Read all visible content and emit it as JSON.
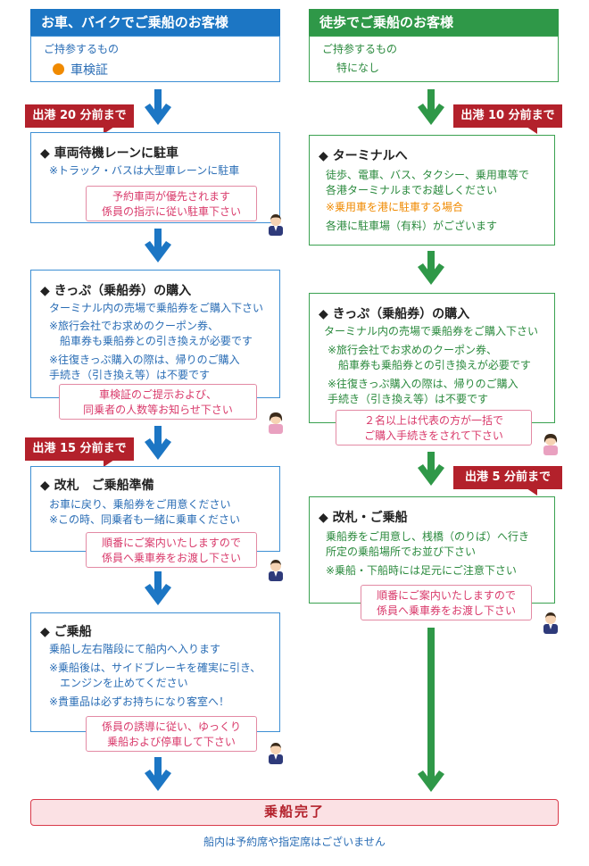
{
  "left": {
    "header": "お車、バイクでご乗船のお客様",
    "bring_label": "ご持参するもの",
    "bring_item": "車検証",
    "badge1": "出港 20 分前まで",
    "step1": {
      "title": "◆ 車両待機レーンに駐車",
      "lines": [
        "※トラック・バスは大型車レーンに駐車"
      ],
      "note": [
        "予約車両が優先されます",
        "係員の指示に従い駐車下さい"
      ]
    },
    "step2": {
      "title": "◆ きっぷ（乗船券）の購入",
      "lines": [
        "ターミナル内の売場で乗船券をご購入下さい",
        "※旅行会社でお求めのクーポン券、",
        "船車券も乗船券との引き換えが必要です",
        "※往復きっぷ購入の際は、帰りのご購入",
        "手続き（引き換え等）は不要です"
      ],
      "note": [
        "車検証のご提示および、",
        "同乗者の人数等お知らせ下さい"
      ]
    },
    "badge2": "出港 15 分前まで",
    "step3": {
      "title": "◆ 改札　ご乗船準備",
      "lines": [
        "お車に戻り、乗船券をご用意ください",
        "※この時、同乗者も一緒に乗車ください"
      ],
      "note": [
        "順番にご案内いたしますので",
        "係員へ乗車券をお渡し下さい"
      ]
    },
    "step4": {
      "title": "◆ ご乗船",
      "lines": [
        "乗船し左右階段にて船内へ入ります",
        "※乗船後は、サイドブレーキを確実に引き、",
        "エンジンを止めてください",
        "※貴重品は必ずお持ちになり客室へ！"
      ],
      "note": [
        "係員の誘導に従い、ゆっくり",
        "乗船および停車して下さい"
      ]
    }
  },
  "right": {
    "header": "徒歩でご乗船のお客様",
    "bring_label": "ご持参するもの",
    "bring_item": "特になし",
    "badge1": "出港 10 分前まで",
    "step1": {
      "title": "◆ ターミナルへ",
      "lines": [
        "徒歩、電車、バス、タクシー、乗用車等で",
        "各港ターミナルまでお越しください"
      ],
      "orange": "※乗用車を港に駐車する場合",
      "after": "各港に駐車場（有料）がございます"
    },
    "step2": {
      "title": "◆ きっぷ（乗船券）の購入",
      "lines": [
        "ターミナル内の売場で乗船券をご購入下さい",
        "※旅行会社でお求めのクーポン券、",
        "船車券も乗船券との引き換えが必要です",
        "※往復きっぷ購入の際は、帰りのご購入",
        "手続き（引き換え等）は不要です"
      ],
      "note": [
        "２名以上は代表の方が一括で",
        "ご購入手続きをされて下さい"
      ]
    },
    "badge2": "出港 5 分前まで",
    "step3": {
      "title": "◆ 改札・ご乗船",
      "lines": [
        "乗船券をご用意し、桟橋（のりば）へ行き",
        "所定の乗船場所でお並び下さい",
        "※乗船・下船時には足元にご注意下さい"
      ],
      "note": [
        "順番にご案内いたしますので",
        "係員へ乗車券をお渡し下さい"
      ]
    }
  },
  "done": "乗船完了",
  "footer": "船内は予約席や指定席はございません",
  "colors": {
    "blue": "#1c76c4",
    "green": "#2f9848",
    "red": "#b3212b",
    "pink": "#d93a6b",
    "orange": "#f08a00"
  }
}
